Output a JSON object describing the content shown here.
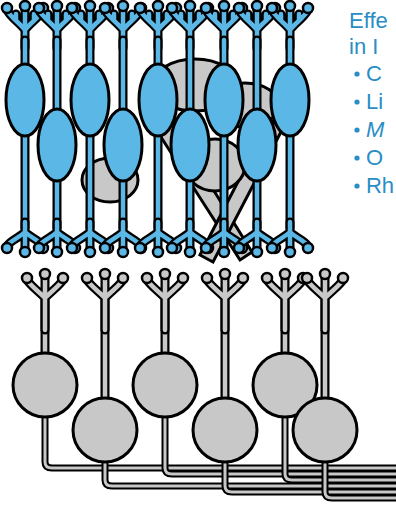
{
  "diagram": {
    "labels": [
      "Effe",
      "in I",
      "C",
      "Li",
      "M",
      "O",
      "Rh"
    ]
  }
}
